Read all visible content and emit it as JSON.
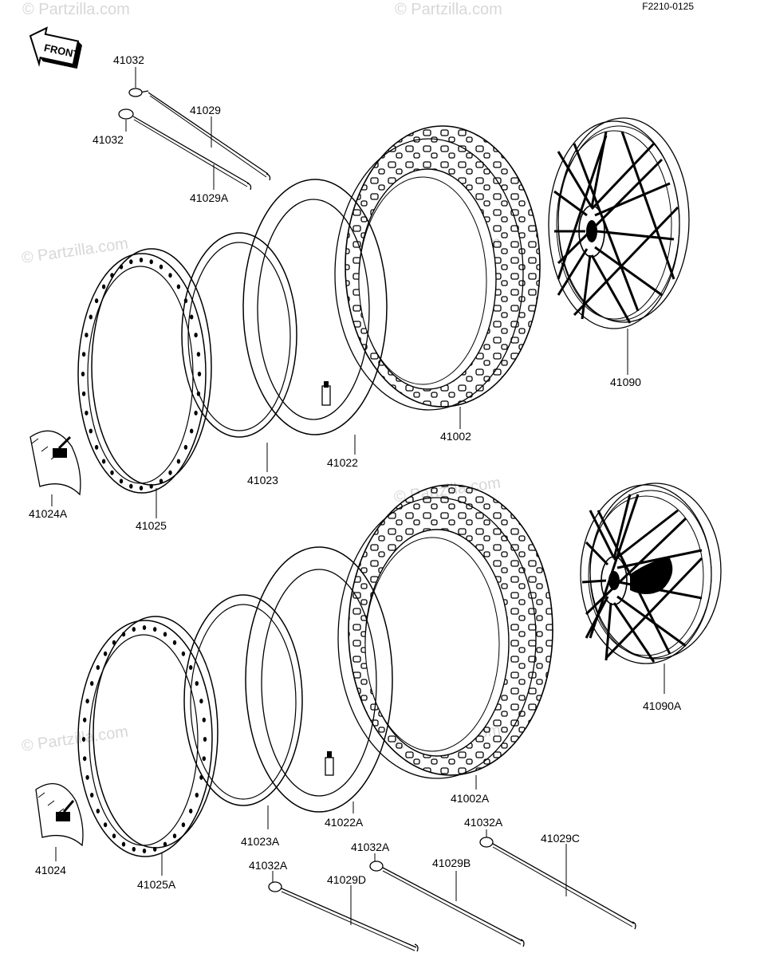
{
  "diagram_code": "F2210-0125",
  "front_label": "FRONT",
  "watermark": "© Partzilla.com",
  "parts": {
    "p41032_top": "41032",
    "p41032_2": "41032",
    "p41029": "41029",
    "p41029A": "41029A",
    "p41090": "41090",
    "p41002": "41002",
    "p41022": "41022",
    "p41023": "41023",
    "p41025": "41025",
    "p41024A": "41024A",
    "p41090A": "41090A",
    "p41002A": "41002A",
    "p41022A": "41022A",
    "p41023A": "41023A",
    "p41025A": "41025A",
    "p41024": "41024",
    "p41032A_1": "41032A",
    "p41032A_2": "41032A",
    "p41032A_3": "41032A",
    "p41029B": "41029B",
    "p41029C": "41029C",
    "p41029D": "41029D"
  }
}
